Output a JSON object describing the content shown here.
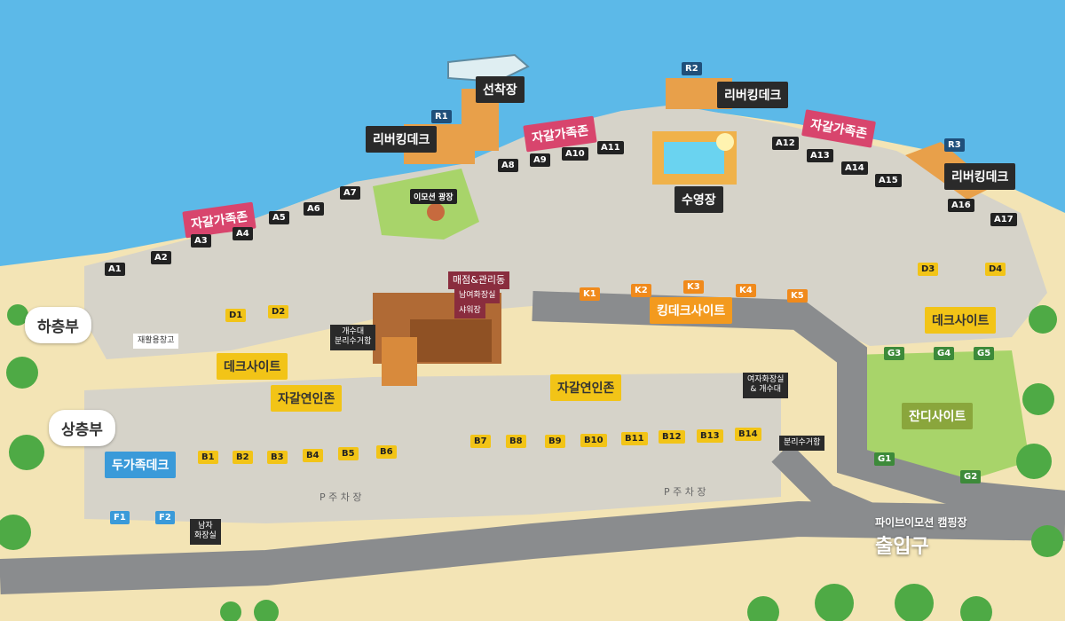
{
  "map": {
    "levels": {
      "lower": "하층부",
      "upper": "상층부"
    },
    "riverdecks": [
      {
        "badge": "R1",
        "label": "리버킹데크"
      },
      {
        "badge": "R2",
        "label": "리버킹데크"
      },
      {
        "badge": "R3",
        "label": "리버킹데크"
      }
    ],
    "dock": "선착장",
    "pool": "수영장",
    "plaza": "이모션 광장",
    "zones": {
      "family_left": "자갈가족존",
      "family_center": "자갈가족존",
      "family_right": "자갈가족존",
      "king_deck": "킹데크사이트",
      "deck_site_left": "데크사이트",
      "deck_site_right": "데크사이트",
      "couple_left": "자갈연인존",
      "couple_right": "자갈연인존",
      "double_family_deck": "두가족데크",
      "lawn": "잔디사이트"
    },
    "sites_a": [
      "A1",
      "A2",
      "A3",
      "A4",
      "A5",
      "A6",
      "A7",
      "A8",
      "A9",
      "A10",
      "A11",
      "A12",
      "A13",
      "A14",
      "A15",
      "A16",
      "A17"
    ],
    "sites_k": [
      "K1",
      "K2",
      "K3",
      "K4",
      "K5"
    ],
    "sites_d": [
      "D1",
      "D2",
      "D3",
      "D4"
    ],
    "sites_b": [
      "B1",
      "B2",
      "B3",
      "B4",
      "B5",
      "B6",
      "B7",
      "B8",
      "B9",
      "B10",
      "B11",
      "B12",
      "B13",
      "B14"
    ],
    "sites_f": [
      "F1",
      "F2"
    ],
    "sites_g": [
      "G1",
      "G2",
      "G3",
      "G4",
      "G5"
    ],
    "facilities": {
      "store_title": "매점&관리동",
      "store_restroom": "남여화장실",
      "store_shower": "샤워장",
      "storage": "재활용창고",
      "sink_left": "개수대\n분리수거함",
      "sink_right": "분리수거함",
      "restroom_women": "여자화장실\n& 개수대",
      "restroom_men": "남자\n화장실"
    },
    "parking": [
      "P 주 차 장",
      "P 주 차 장"
    ],
    "entrance": {
      "line1": "파이브이모션 캠핑장",
      "line2": "출입구"
    }
  }
}
